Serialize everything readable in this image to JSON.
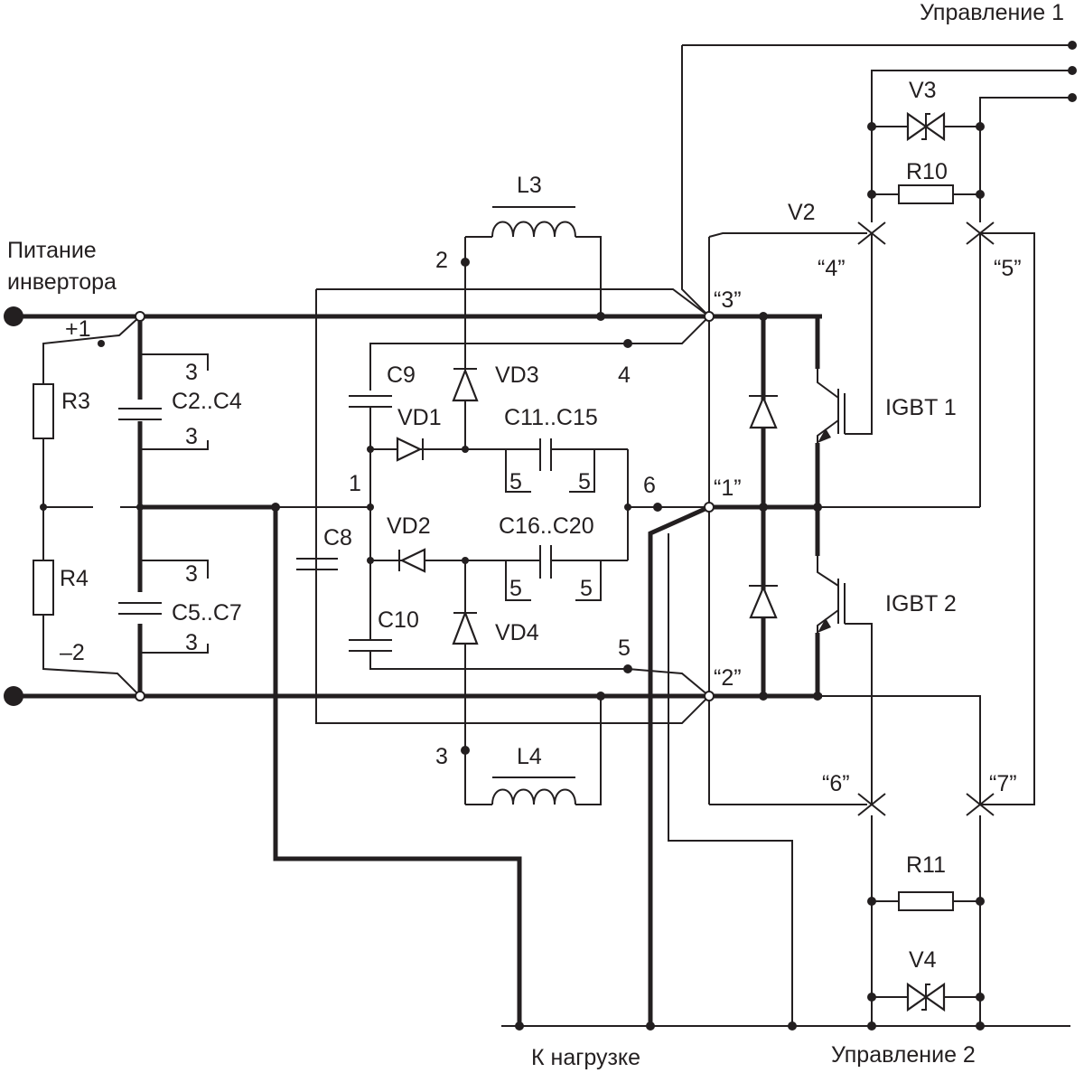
{
  "labels": {
    "control1": "Управление 1",
    "control2": "Управление 2",
    "power_line1": "Питание",
    "power_line2": "инвертора",
    "load": "К нагрузке",
    "plus1": "+1",
    "minus2": "–2",
    "R3": "R3",
    "R4": "R4",
    "R10": "R10",
    "R11": "R11",
    "C2C4": "C2..C4",
    "C5C7": "C5..C7",
    "C8": "C8",
    "C9": "C9",
    "C10": "C10",
    "C11C15": "C11..C15",
    "C16C20": "C16..C20",
    "L3": "L3",
    "L4": "L4",
    "VD1": "VD1",
    "VD2": "VD2",
    "VD3": "VD3",
    "VD4": "VD4",
    "V2": "V2",
    "V3": "V3",
    "V4": "V4",
    "IGBT1": "IGBT 1",
    "IGBT2": "IGBT 2",
    "q3": "“3”",
    "q1": "“1”",
    "q2": "“2”",
    "q4": "“4”",
    "q5": "“5”",
    "q6": "“6”",
    "q7": "“7”",
    "n1": "1",
    "n2": "2",
    "n3": "3",
    "n4": "4",
    "n5": "5",
    "n6": "6",
    "cap3": "3",
    "cap5": "5"
  }
}
